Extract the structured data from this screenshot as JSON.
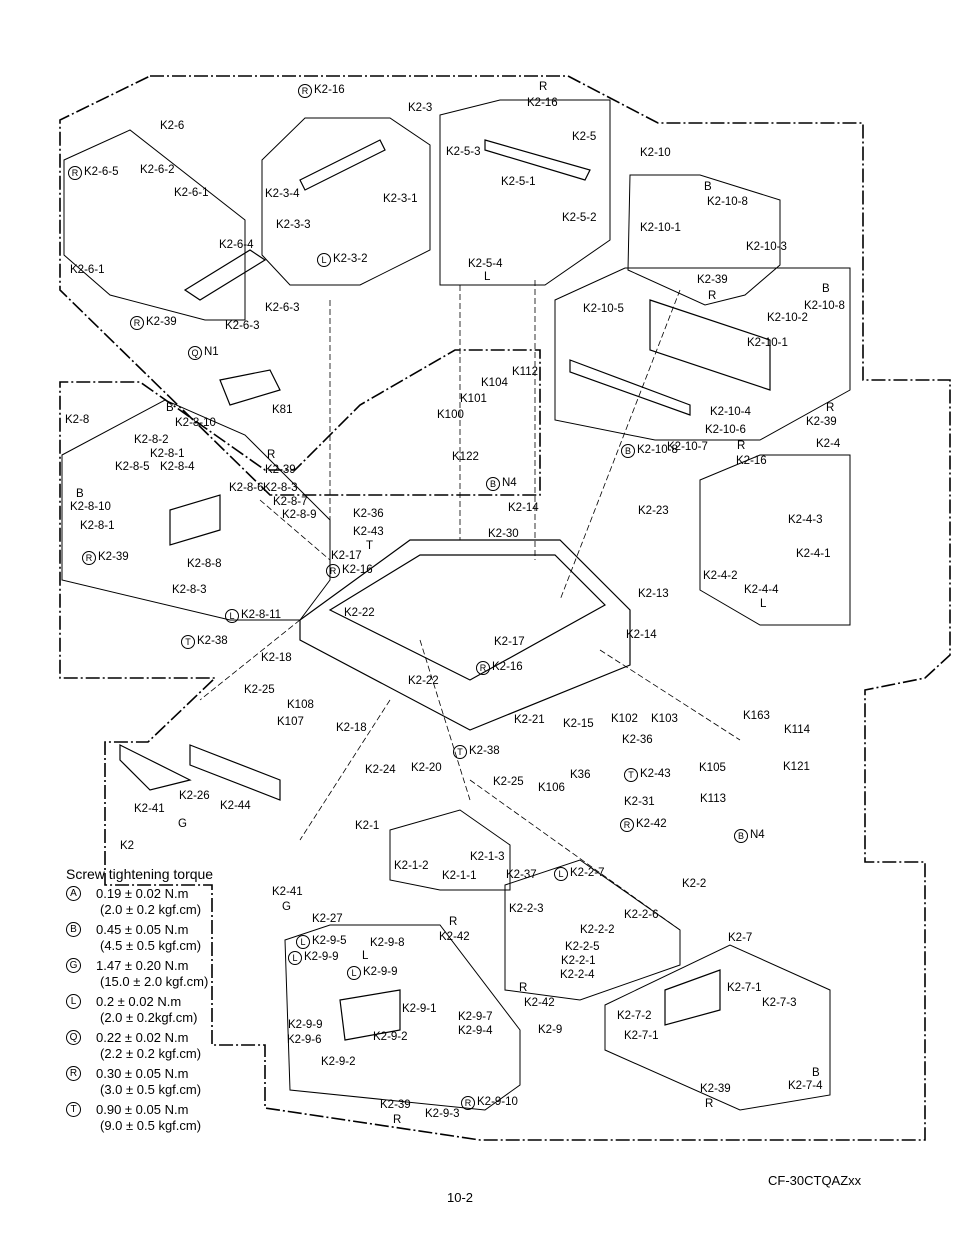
{
  "labels": [
    {
      "text": "K2-16",
      "circle": "R"
    },
    {
      "text": "K2-3",
      "circle": ""
    },
    {
      "text": "K2-16",
      "circle": ""
    },
    {
      "text": "R",
      "circle": ""
    },
    {
      "text": "K2-5",
      "circle": ""
    },
    {
      "text": "K2-5-3",
      "circle": ""
    },
    {
      "text": "K2-6",
      "circle": ""
    },
    {
      "text": "K2-6-2",
      "circle": ""
    },
    {
      "text": "K2-6-5",
      "circle": "R"
    },
    {
      "text": "K2-6-1",
      "circle": ""
    },
    {
      "text": "K2-6-4",
      "circle": ""
    },
    {
      "text": "K2-6-1",
      "circle": ""
    },
    {
      "text": "K2-39",
      "circle": "R"
    },
    {
      "text": "K2-6-3",
      "circle": ""
    },
    {
      "text": "K2-6-3",
      "circle": ""
    },
    {
      "text": "K2-3-4",
      "circle": ""
    },
    {
      "text": "K2-3-3",
      "circle": ""
    },
    {
      "text": "K2-3-1",
      "circle": ""
    },
    {
      "text": "K2-3-2",
      "circle": "L"
    },
    {
      "text": "K2-5-1",
      "circle": ""
    },
    {
      "text": "K2-5-2",
      "circle": ""
    },
    {
      "text": "K2-5-4",
      "circle": ""
    },
    {
      "text": "L",
      "circle": ""
    },
    {
      "text": "K2-10",
      "circle": ""
    },
    {
      "text": "B",
      "circle": ""
    },
    {
      "text": "K2-10-8",
      "circle": ""
    },
    {
      "text": "K2-10-1",
      "circle": ""
    },
    {
      "text": "K2-10-3",
      "circle": ""
    },
    {
      "text": "K2-39",
      "circle": ""
    },
    {
      "text": "R",
      "circle": ""
    },
    {
      "text": "K2-10-5",
      "circle": ""
    },
    {
      "text": "B",
      "circle": ""
    },
    {
      "text": "K2-10-8",
      "circle": ""
    },
    {
      "text": "K2-10-2",
      "circle": ""
    },
    {
      "text": "K2-10-1",
      "circle": ""
    },
    {
      "text": "N1",
      "circle": "Q"
    },
    {
      "text": "K81",
      "circle": ""
    },
    {
      "text": "K104",
      "circle": ""
    },
    {
      "text": "K112",
      "circle": ""
    },
    {
      "text": "K101",
      "circle": ""
    },
    {
      "text": "K100",
      "circle": ""
    },
    {
      "text": "K122",
      "circle": ""
    },
    {
      "text": "N4",
      "circle": "B"
    },
    {
      "text": "K2-10-4",
      "circle": ""
    },
    {
      "text": "K2-10-6",
      "circle": ""
    },
    {
      "text": "K2-10-7",
      "circle": ""
    },
    {
      "text": "K2-10-8",
      "circle": "B"
    },
    {
      "text": "R",
      "circle": ""
    },
    {
      "text": "K2-39",
      "circle": ""
    },
    {
      "text": "K2-4",
      "circle": ""
    },
    {
      "text": "R",
      "circle": ""
    },
    {
      "text": "K2-16",
      "circle": ""
    },
    {
      "text": "K2-8",
      "circle": ""
    },
    {
      "text": "B",
      "circle": ""
    },
    {
      "text": "K2-8-10",
      "circle": ""
    },
    {
      "text": "K2-8-2",
      "circle": ""
    },
    {
      "text": "K2-8-1",
      "circle": ""
    },
    {
      "text": "K2-8-5",
      "circle": ""
    },
    {
      "text": "K2-8-4",
      "circle": ""
    },
    {
      "text": "R",
      "circle": ""
    },
    {
      "text": "K2-39",
      "circle": ""
    },
    {
      "text": "K2-8-6",
      "circle": ""
    },
    {
      "text": "K2-8-3",
      "circle": ""
    },
    {
      "text": "K2-8-7",
      "circle": ""
    },
    {
      "text": "K2-8-9",
      "circle": ""
    },
    {
      "text": "B",
      "circle": ""
    },
    {
      "text": "K2-8-10",
      "circle": ""
    },
    {
      "text": "K2-8-1",
      "circle": ""
    },
    {
      "text": "K2-39",
      "circle": "R"
    },
    {
      "text": "K2-8-8",
      "circle": ""
    },
    {
      "text": "K2-8-3",
      "circle": ""
    },
    {
      "text": "K2-8-11",
      "circle": "L"
    },
    {
      "text": "K2-36",
      "circle": ""
    },
    {
      "text": "K2-14",
      "circle": ""
    },
    {
      "text": "K2-43",
      "circle": ""
    },
    {
      "text": "T",
      "circle": ""
    },
    {
      "text": "K2-30",
      "circle": ""
    },
    {
      "text": "K2-23",
      "circle": ""
    },
    {
      "text": "K2-17",
      "circle": ""
    },
    {
      "text": "K2-16",
      "circle": "R"
    },
    {
      "text": "K2-22",
      "circle": ""
    },
    {
      "text": "K2-4-3",
      "circle": ""
    },
    {
      "text": "K2-4-1",
      "circle": ""
    },
    {
      "text": "K2-4-2",
      "circle": ""
    },
    {
      "text": "K2-4-4",
      "circle": ""
    },
    {
      "text": "L",
      "circle": ""
    },
    {
      "text": "K2-13",
      "circle": ""
    },
    {
      "text": "K2-14",
      "circle": ""
    },
    {
      "text": "K2-38",
      "circle": "T"
    },
    {
      "text": "K2-18",
      "circle": ""
    },
    {
      "text": "K2-25",
      "circle": ""
    },
    {
      "text": "K2-17",
      "circle": ""
    },
    {
      "text": "K2-16",
      "circle": "R"
    },
    {
      "text": "K2-22",
      "circle": ""
    },
    {
      "text": "K108",
      "circle": ""
    },
    {
      "text": "K107",
      "circle": ""
    },
    {
      "text": "K2-18",
      "circle": ""
    },
    {
      "text": "K2-21",
      "circle": ""
    },
    {
      "text": "K2-15",
      "circle": ""
    },
    {
      "text": "K102",
      "circle": ""
    },
    {
      "text": "K103",
      "circle": ""
    },
    {
      "text": "K163",
      "circle": ""
    },
    {
      "text": "K114",
      "circle": ""
    },
    {
      "text": "K2-36",
      "circle": ""
    },
    {
      "text": "K105",
      "circle": ""
    },
    {
      "text": "K121",
      "circle": ""
    },
    {
      "text": "K2-43",
      "circle": "T"
    },
    {
      "text": "K113",
      "circle": ""
    },
    {
      "text": "K2-24",
      "circle": ""
    },
    {
      "text": "K2-20",
      "circle": ""
    },
    {
      "text": "K2-38",
      "circle": "T"
    },
    {
      "text": "K2-25",
      "circle": ""
    },
    {
      "text": "K106",
      "circle": ""
    },
    {
      "text": "K36",
      "circle": ""
    },
    {
      "text": "K2-31",
      "circle": ""
    },
    {
      "text": "K2-42",
      "circle": "R"
    },
    {
      "text": "N4",
      "circle": "B"
    },
    {
      "text": "K2-26",
      "circle": ""
    },
    {
      "text": "K2-41",
      "circle": ""
    },
    {
      "text": "G",
      "circle": ""
    },
    {
      "text": "K2-44",
      "circle": ""
    },
    {
      "text": "K2",
      "circle": ""
    },
    {
      "text": "K2-1",
      "circle": ""
    },
    {
      "text": "K2-1-2",
      "circle": ""
    },
    {
      "text": "K2-1-3",
      "circle": ""
    },
    {
      "text": "K2-1-1",
      "circle": ""
    },
    {
      "text": "K2-41",
      "circle": ""
    },
    {
      "text": "G",
      "circle": ""
    },
    {
      "text": "K2-27",
      "circle": ""
    },
    {
      "text": "K2-37",
      "circle": ""
    },
    {
      "text": "K2-2-7",
      "circle": "L"
    },
    {
      "text": "K2-2",
      "circle": ""
    },
    {
      "text": "K2-2-3",
      "circle": ""
    },
    {
      "text": "K2-2-6",
      "circle": ""
    },
    {
      "text": "K2-2-2",
      "circle": ""
    },
    {
      "text": "K2-2-5",
      "circle": ""
    },
    {
      "text": "K2-2-1",
      "circle": ""
    },
    {
      "text": "K2-2-4",
      "circle": ""
    },
    {
      "text": "R",
      "circle": ""
    },
    {
      "text": "K2-42",
      "circle": ""
    },
    {
      "text": "R",
      "circle": ""
    },
    {
      "text": "K2-42",
      "circle": ""
    },
    {
      "text": "K2-7",
      "circle": ""
    },
    {
      "text": "K2-7-1",
      "circle": ""
    },
    {
      "text": "K2-7-3",
      "circle": ""
    },
    {
      "text": "K2-7-2",
      "circle": ""
    },
    {
      "text": "K2-7-1",
      "circle": ""
    },
    {
      "text": "K2-39",
      "circle": ""
    },
    {
      "text": "R",
      "circle": ""
    },
    {
      "text": "B",
      "circle": ""
    },
    {
      "text": "K2-7-4",
      "circle": ""
    },
    {
      "text": "K2-9-5",
      "circle": "L"
    },
    {
      "text": "K2-9-8",
      "circle": ""
    },
    {
      "text": "K2-9-9",
      "circle": "L"
    },
    {
      "text": "K2-9-9",
      "circle": "L"
    },
    {
      "text": "K2-9-1",
      "circle": ""
    },
    {
      "text": "L",
      "circle": ""
    },
    {
      "text": "K2-9-9",
      "circle": ""
    },
    {
      "text": "K2-9-6",
      "circle": ""
    },
    {
      "text": "K2-9-7",
      "circle": ""
    },
    {
      "text": "K2-9-4",
      "circle": ""
    },
    {
      "text": "K2-9",
      "circle": ""
    },
    {
      "text": "K2-9-2",
      "circle": ""
    },
    {
      "text": "K2-9-2",
      "circle": ""
    },
    {
      "text": "K2-39",
      "circle": ""
    },
    {
      "text": "R",
      "circle": ""
    },
    {
      "text": "K2-9-3",
      "circle": ""
    },
    {
      "text": "K2-9-10",
      "circle": "R"
    }
  ],
  "legend": {
    "title": "Screw tightening torque",
    "items": [
      {
        "symbol": "A",
        "nm": "0.19 ± 0.02 N.m",
        "kgf": "(2.0 ± 0.2 kgf.cm)"
      },
      {
        "symbol": "B",
        "nm": "0.45 ± 0.05 N.m",
        "kgf": "(4.5 ± 0.5 kgf.cm)"
      },
      {
        "symbol": "G",
        "nm": "1.47 ± 0.20 N.m",
        "kgf": "(15.0 ± 2.0 kgf.cm)"
      },
      {
        "symbol": "L",
        "nm": "0.2 ± 0.02 N.m",
        "kgf": "(2.0 ± 0.2kgf.cm)"
      },
      {
        "symbol": "Q",
        "nm": "0.22 ± 0.02 N.m",
        "kgf": "(2.2 ± 0.2 kgf.cm)"
      },
      {
        "symbol": "R",
        "nm": "0.30 ± 0.05 N.m",
        "kgf": "(3.0 ± 0.5 kgf.cm)"
      },
      {
        "symbol": "T",
        "nm": "0.90 ± 0.05 N.m",
        "kgf": "(9.0 ± 0.5 kgf.cm)"
      }
    ]
  },
  "footer": {
    "model": "CF-30CTQAZxx",
    "page": "10-2"
  }
}
